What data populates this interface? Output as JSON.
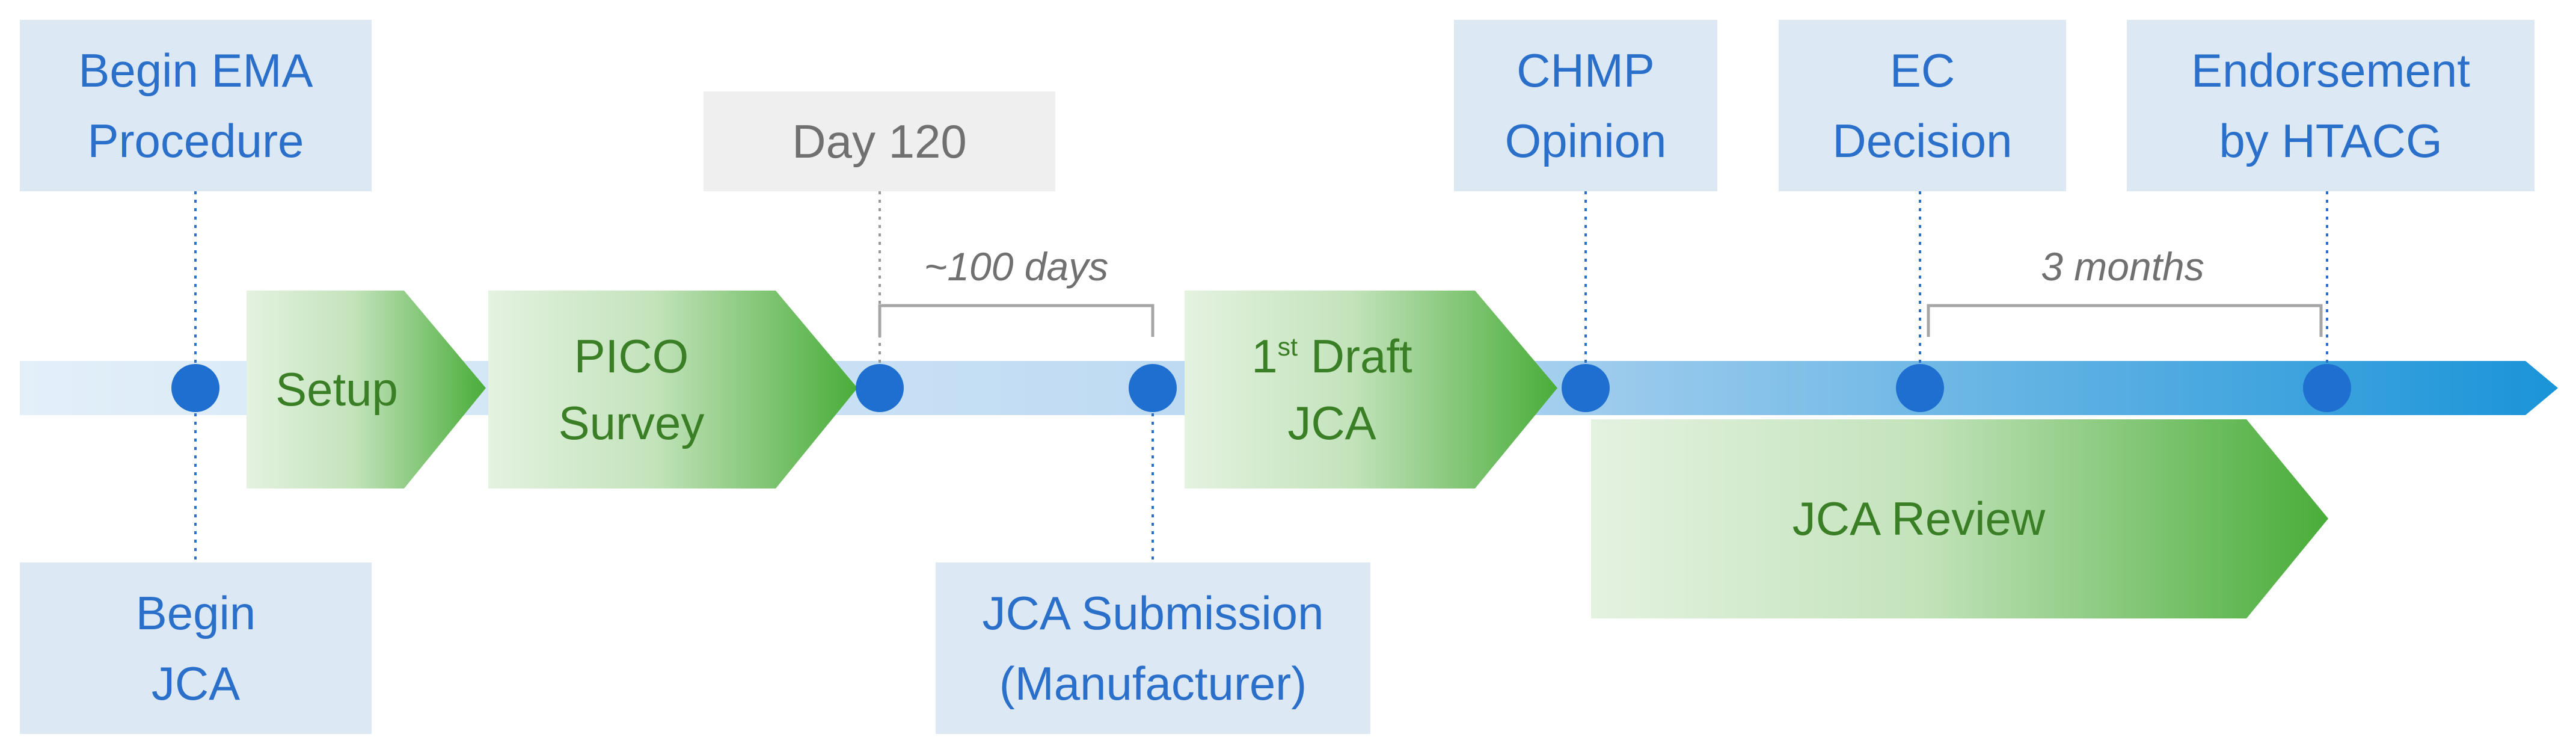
{
  "boxes": {
    "begin_ema": {
      "line1": "Begin EMA",
      "line2": "Procedure"
    },
    "begin_jca": {
      "line1": "Begin",
      "line2": "JCA"
    },
    "day_120": {
      "line1": "Day 120"
    },
    "jca_submission": {
      "line1": "JCA Submission",
      "line2": "(Manufacturer)"
    },
    "chmp_opinion": {
      "line1": "CHMP",
      "line2": "Opinion"
    },
    "ec_decision": {
      "line1": "EC",
      "line2": "Decision"
    },
    "endorsement": {
      "line1": "Endorsement",
      "line2": "by HTACG"
    }
  },
  "phases": {
    "setup": {
      "line1": "Setup"
    },
    "pico_survey": {
      "line1": "PICO",
      "line2": "Survey"
    },
    "first_draft": {
      "line1_num": "1",
      "line1_sup": "st",
      "line1_rest": " Draft",
      "line2": "JCA"
    },
    "jca_review": {
      "line1": "JCA Review"
    }
  },
  "intervals": {
    "days_100": "~100 days",
    "months_3": "3 months"
  },
  "colors": {
    "milestone_text": "#2a6fc9",
    "milestone_box": "#dde8f5",
    "milestone_dot": "#1f6fd0",
    "phase_text": "#3a7f26",
    "phase_start": "#e4f2e0",
    "phase_end": "#49ad39",
    "timeline_light": "#d8e9f7",
    "timeline_dark": "#1a94d8",
    "label_grey": "#707070"
  }
}
